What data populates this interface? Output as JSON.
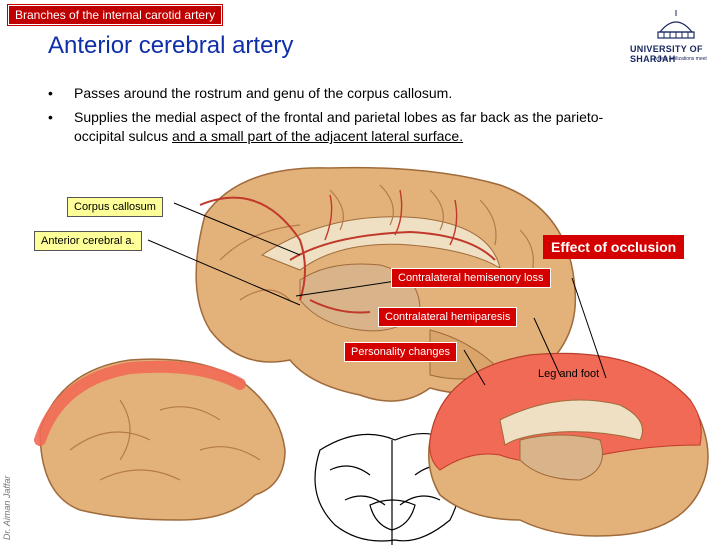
{
  "header_tag": "Branches of the internal carotid artery",
  "title": "Anterior cerebral artery",
  "bullets": [
    {
      "text": "Passes around the rostrum and genu of the corpus callosum."
    },
    {
      "line1": "Supplies the medial aspect of the frontal and parietal lobes as far back as the parieto-",
      "line2_plain": "occipital sulcus ",
      "line2_underlined": "and a small part of the adjacent lateral surface."
    }
  ],
  "labels": {
    "corpus_callosum": "Corpus callosum",
    "anterior_cerebral": "Anterior cerebral a.",
    "effect": "Effect of occlusion",
    "hemisensory": "Contralateral hemisenory loss",
    "hemiparesis": "Contralateral hemiparesis",
    "personality": "Personality changes",
    "leg_foot": "Leg and foot"
  },
  "logo": {
    "name": "UNIVERSITY OF SHARJAH",
    "tagline": "where civilizations meet"
  },
  "author": "Dr. Aiman Jaffar",
  "colors": {
    "accent_red": "#d40000",
    "title_blue": "#0f2fa8",
    "label_yellow": "#ffff99",
    "brain_tan": "#e3b27a",
    "territory_red": "#f06a55"
  }
}
